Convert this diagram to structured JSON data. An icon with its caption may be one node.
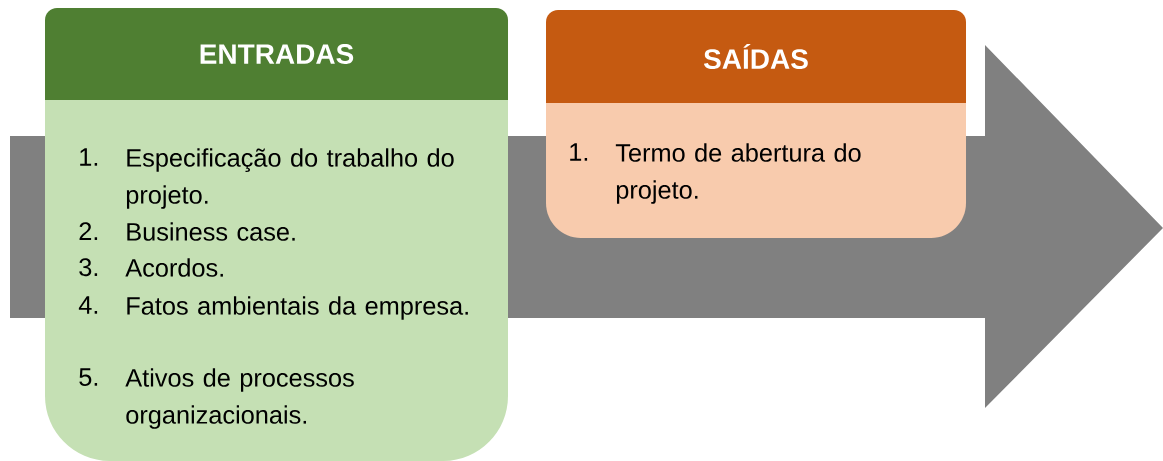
{
  "diagram": {
    "nodes": [
      {
        "text": [
          "ENTRADAS",
          "1.",
          "Especificação do trabalho do projeto.",
          "2.",
          "Business case.",
          "3.",
          "Acordos.",
          "4.",
          "Fatos ambientais da empresa.",
          "5.",
          "Ativos de processos organizacionais."
        ]
      },
      {
        "text": [
          "SAÍDAS",
          "1.",
          "Termo de abertura do projeto."
        ]
      }
    ]
  }
}
